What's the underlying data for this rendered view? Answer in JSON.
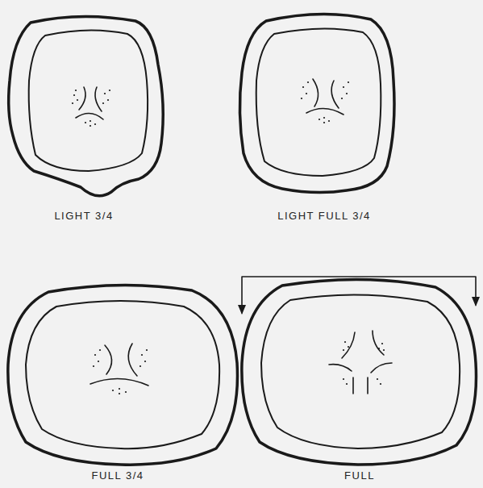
{
  "diagram": {
    "labels": [
      "LIGHT 3/4",
      "LIGHT FULL 3/4",
      "FULL 3/4",
      "FULL"
    ]
  }
}
